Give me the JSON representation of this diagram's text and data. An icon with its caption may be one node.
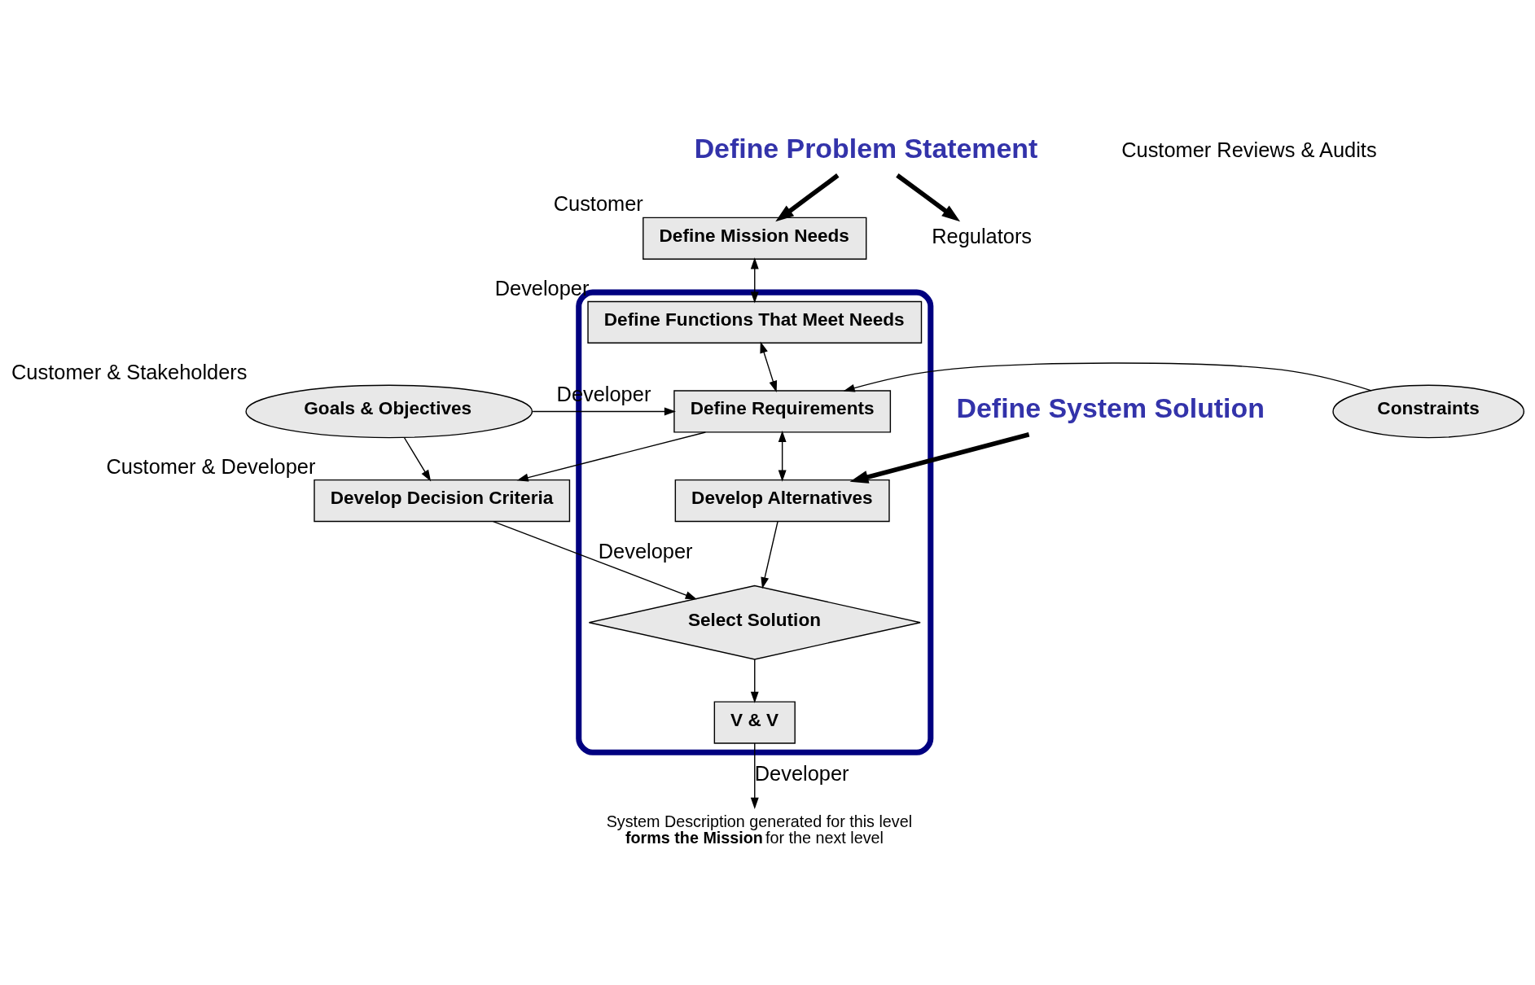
{
  "diagram": {
    "nodes": [
      {
        "text": [
          "Define Mission Needs"
        ],
        "beside": [
          "Customer"
        ]
      },
      {
        "text": [],
        "shape": "box"
      },
      {
        "text": [
          "Define Functions That Meet Needs"
        ],
        "in": 1,
        "beside": [
          "Developer"
        ]
      },
      {
        "text": [
          "Define Requirements"
        ],
        "in": 1
      },
      {
        "text": [
          "Develop Alternatives"
        ],
        "in": 1
      },
      {
        "text": [
          "Select Solution"
        ],
        "in": 1
      },
      {
        "text": [
          "V & V"
        ],
        "in": 1
      },
      {
        "text": [
          "Constraints"
        ]
      },
      {
        "text": [
          "Goals & Objectives"
        ],
        "beside": [
          "Customer & Stakeholders"
        ]
      },
      {
        "text": [
          "Develop Decision Criteria"
        ],
        "beside": [
          "Customer & Developer"
        ]
      },
      {
        "text": [
          "Define Problem Statement"
        ]
      },
      {
        "text": [
          "Regulators"
        ]
      },
      {
        "text": [
          "Define System Solution"
        ]
      },
      {
        "text": [
          "System Description generated for this level **forms the Mission** for the next level"
        ]
      }
    ],
    "edges": [
      {
        "from": 0,
        "to": 2,
        "arrow": "both"
      },
      {
        "from": 2,
        "to": 3,
        "arrow": "both"
      },
      {
        "from": 3,
        "to": 4,
        "arrow": "both"
      },
      {
        "from": 4,
        "to": 5,
        "arrow": "to"
      },
      {
        "from": 5,
        "to": 6,
        "arrow": "to"
      },
      {
        "from": 7,
        "to": 3,
        "arrow": "to"
      },
      {
        "from": 8,
        "to": 3,
        "arrow": "to",
        "label": "Developer"
      },
      {
        "from": 3,
        "to": 9,
        "arrow": "to"
      },
      {
        "from": 8,
        "to": 9,
        "arrow": "to"
      },
      {
        "from": 9,
        "to": 5,
        "arrow": "to",
        "label": "Developer"
      },
      {
        "from": 6,
        "to": 13,
        "arrow": "to",
        "label": "Developer"
      },
      {
        "from": 10,
        "to": 0,
        "arrow": "to",
        "style": "thick"
      },
      {
        "from": 10,
        "to": 11,
        "arrow": "to",
        "style": "thick"
      },
      {
        "from": 12,
        "to": 4,
        "arrow": "to",
        "style": "thick"
      }
    ],
    "labels": [
      "Customer Reviews & Audits"
    ]
  }
}
